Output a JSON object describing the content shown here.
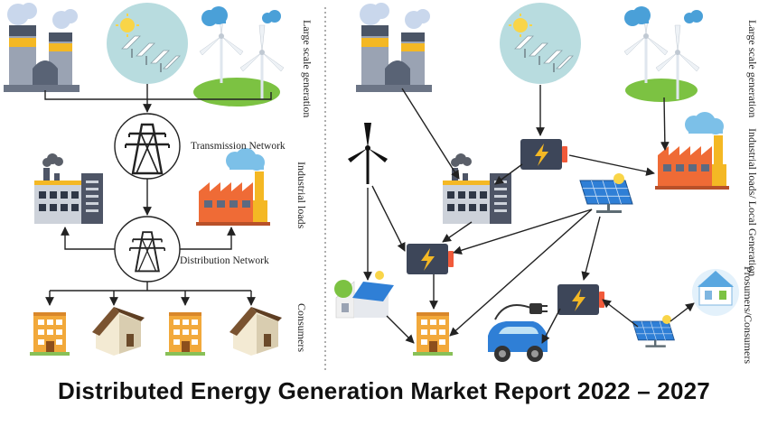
{
  "left_panel": {
    "label_large_scale": "Large scale generation",
    "label_industrial_loads": "Industrial loads",
    "label_consumers": "Consumers",
    "transmission_network": "Transmission Network",
    "distribution_network": "Distribution Network"
  },
  "right_panel": {
    "label_large_scale": "Large scale generation",
    "label_industrial_local": "Industrial loads/ Local Generation",
    "label_prosumers": "Prosumers/Consumers"
  },
  "footer": {
    "title": "Distributed Energy Generation Market Report 2022 – 2027"
  },
  "colors": {
    "plant_gray": "#9aa3b3",
    "plant_yellow": "#f4b824",
    "sky_circle": "#b8dcdf",
    "grass": "#7cc242",
    "battery": "#3d4659",
    "battery_terminal": "#f15a3a",
    "factory_orange": "#ef6b36",
    "cloud": "#4aa0d8",
    "car": "#2f7fd6",
    "house_wall": "#f2a93b",
    "line": "#222222"
  },
  "icons": [
    "power-plant-icon",
    "solar-farm-icon",
    "wind-farm-icon",
    "pylon-icon",
    "factory-icon",
    "battery-icon",
    "wind-turbine-icon",
    "solar-panel-icon",
    "house-icon",
    "apartment-icon",
    "electric-car-icon",
    "smart-home-icon"
  ]
}
